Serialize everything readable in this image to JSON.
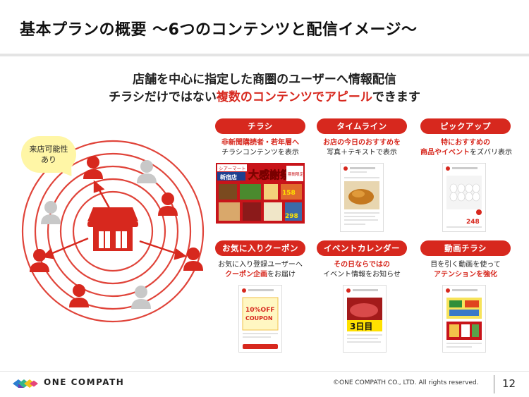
{
  "title": "基本プランの概要 ～6つのコンテンツと配信イメージ～",
  "lead": {
    "line1": "店舗を中心に指定した商圏のユーザーへ情報配信",
    "line2_pre": "チラシだけではない",
    "line2_hl": "複数のコンテンツでアピール",
    "line2_post": "できます"
  },
  "diagram": {
    "speech_line1": "来店可能性",
    "speech_line2": "あり"
  },
  "cards": [
    {
      "label": "チラシ",
      "line1_red": "非新聞購読者・若年層へ",
      "line1": "",
      "line2_red": "",
      "line2": "チラシコンテンツを表示"
    },
    {
      "label": "タイムライン",
      "line1_red": "お店の今日のおすすめを",
      "line1": "",
      "line2_red": "",
      "line2": "写真＋テキストで表示"
    },
    {
      "label": "ピックアップ",
      "line1_red": "特におすすめの",
      "line1": "",
      "line2_red": "商品やイベント",
      "line2": "をズバリ表示"
    },
    {
      "label": "お気に入りクーポン",
      "line1_red": "",
      "line1": "お気に入り登録ユーザーへ",
      "line2_red": "クーポン企画",
      "line2": "をお届け"
    },
    {
      "label": "イベントカレンダー",
      "line1_red": "その日ならではの",
      "line1": "",
      "line2_red": "",
      "line2": "イベント情報をお知らせ"
    },
    {
      "label": "動画チラシ",
      "line1_red": "",
      "line1": "目を引く動画を使って",
      "line2_red": "アテンションを強化",
      "line2": ""
    }
  ],
  "flyer": {
    "banner1": "シアーマート",
    "banner2": "新宿店",
    "big": "大感謝祭",
    "tag": "期間限定",
    "price1": "158",
    "price2": "298"
  },
  "pickup_price": "248",
  "coupon": {
    "line1": "10%OFF",
    "line2": "COUPON"
  },
  "event_big": "3日目",
  "footer": {
    "brand": "ONE COMPATH",
    "copyright": "©ONE COMPATH CO., LTD. All rights reserved.",
    "page": "12"
  },
  "colors": {
    "accent": "#d7281e",
    "person_gray": "#c8c8c8",
    "speech": "#fff6a6"
  }
}
